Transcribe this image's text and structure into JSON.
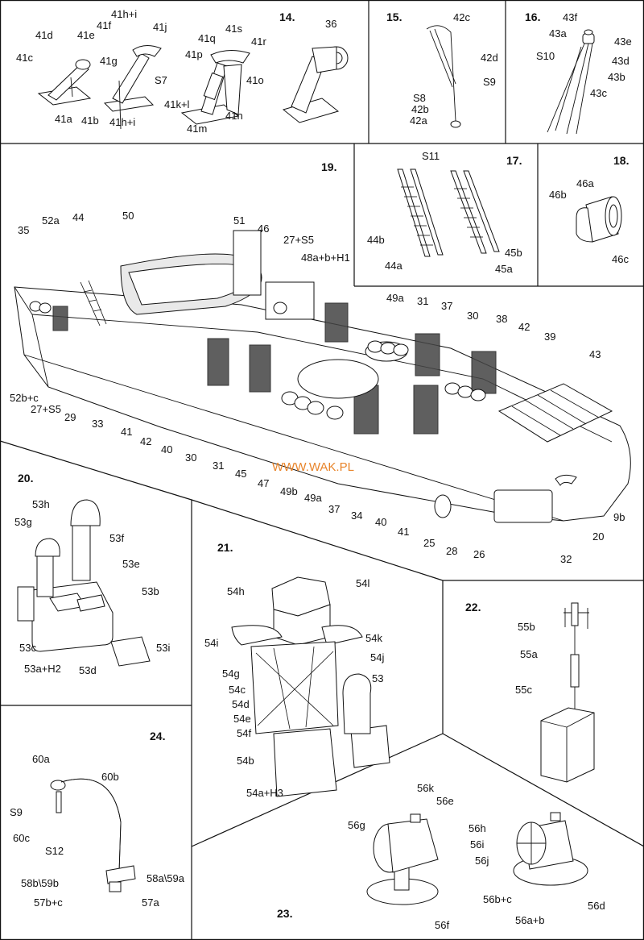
{
  "watermark": "WWW.WAK.PL",
  "panels": {
    "p14": {
      "number": "14.",
      "labels": [
        "41d",
        "41e",
        "41f",
        "41c",
        "41a",
        "41b",
        "41h+i",
        "41j",
        "41g",
        "S7",
        "41h+i",
        "41q",
        "41s",
        "41r",
        "41p",
        "41o",
        "41k+l",
        "41m",
        "41n",
        "36"
      ]
    },
    "p15": {
      "number": "15.",
      "labels": [
        "42c",
        "42d",
        "S9",
        "S8",
        "42b",
        "42a"
      ]
    },
    "p16": {
      "number": "16.",
      "labels": [
        "43f",
        "43a",
        "43e",
        "43d",
        "S10",
        "43b",
        "43c"
      ]
    },
    "p19": {
      "number": "19.",
      "labels": [
        "35",
        "52a",
        "44",
        "50",
        "51",
        "46",
        "27+S5",
        "48a+b+H1",
        "49a",
        "31",
        "37",
        "30",
        "38",
        "42",
        "39",
        "43",
        "52b+c",
        "27+S5",
        "29",
        "33",
        "41",
        "42",
        "40",
        "30",
        "31",
        "45",
        "47",
        "49b",
        "49a",
        "37",
        "34",
        "40",
        "41",
        "25",
        "28",
        "26",
        "32",
        "20",
        "9b"
      ]
    },
    "p17": {
      "number": "17.",
      "labels": [
        "S11",
        "44b",
        "44a",
        "45b",
        "45a"
      ]
    },
    "p18": {
      "number": "18.",
      "labels": [
        "46a",
        "46b",
        "46c"
      ]
    },
    "p20": {
      "number": "20.",
      "labels": [
        "53h",
        "53g",
        "53f",
        "53e",
        "53b",
        "53c",
        "53a+H2",
        "53d",
        "53i"
      ]
    },
    "p21": {
      "number": "21.",
      "labels": [
        "54h",
        "54l",
        "54i",
        "54k",
        "54j",
        "54g",
        "54c",
        "54d",
        "54e",
        "54f",
        "53",
        "54b",
        "54a+H3"
      ]
    },
    "p22": {
      "number": "22.",
      "labels": [
        "55b",
        "55a",
        "55c"
      ]
    },
    "p23": {
      "number": "23.",
      "labels": [
        "56k",
        "56e",
        "56g",
        "56f",
        "56h",
        "56i",
        "56j",
        "56b+c",
        "56d",
        "56a+b"
      ]
    },
    "p24": {
      "number": "24.",
      "labels": [
        "60a",
        "60b",
        "S9",
        "60c",
        "S12",
        "58b\\59b",
        "58a\\59a",
        "57b+c",
        "57a"
      ]
    }
  }
}
